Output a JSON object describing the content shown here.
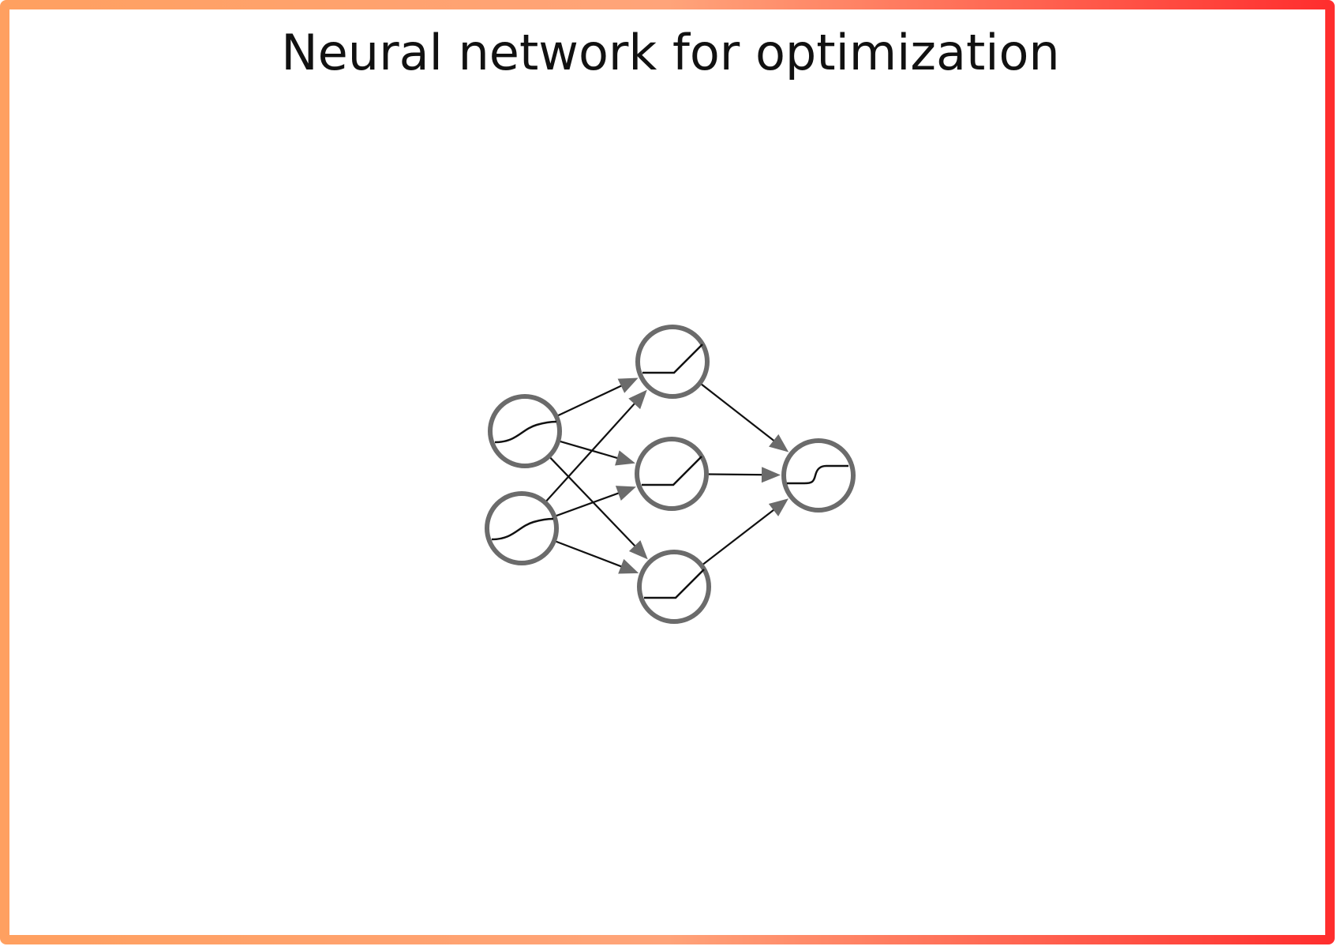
{
  "title": "Neural network for optimization",
  "colors": {
    "border_left": "#ffa060",
    "border_mid": "#ffa47a",
    "border_right": "#ff2e2e",
    "node_stroke": "#6b6b6b",
    "edge": "#111111",
    "arrowhead": "#6b6b6b",
    "background": "#ffffff"
  },
  "network": {
    "layers": [
      {
        "name": "input",
        "nodes": [
          {
            "id": "in1",
            "activation": "sigmoid-icon"
          },
          {
            "id": "in2",
            "activation": "sigmoid-icon"
          }
        ]
      },
      {
        "name": "hidden",
        "nodes": [
          {
            "id": "h1",
            "activation": "relu-icon"
          },
          {
            "id": "h2",
            "activation": "relu-icon"
          },
          {
            "id": "h3",
            "activation": "relu-icon"
          }
        ]
      },
      {
        "name": "output",
        "nodes": [
          {
            "id": "out1",
            "activation": "step-icon"
          }
        ]
      }
    ],
    "edges": [
      [
        "in1",
        "h1"
      ],
      [
        "in1",
        "h2"
      ],
      [
        "in1",
        "h3"
      ],
      [
        "in2",
        "h1"
      ],
      [
        "in2",
        "h2"
      ],
      [
        "in2",
        "h3"
      ],
      [
        "h1",
        "out1"
      ],
      [
        "h2",
        "out1"
      ],
      [
        "h3",
        "out1"
      ]
    ]
  }
}
